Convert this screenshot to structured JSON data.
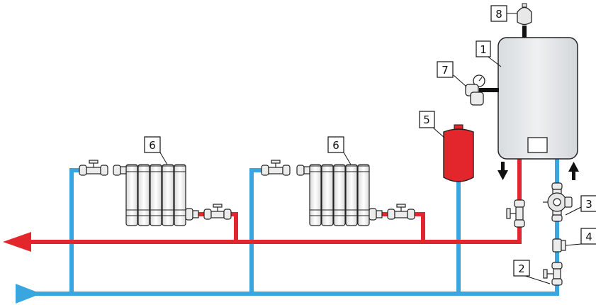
{
  "colors": {
    "supply": "#e3262b",
    "return": "#3aa6df",
    "boiler_body": "#e3e6e8",
    "radiator_body": "#f1f1f1",
    "outline": "#222222",
    "tank": "#e3262b"
  },
  "labels": {
    "boiler": "1",
    "drain_valve": "2",
    "pump": "3",
    "filter": "4",
    "expansion_tank": "5",
    "radiator_left": "6",
    "radiator_right": "6",
    "safety_group": "7",
    "air_vent": "8"
  },
  "icons": {
    "flow_down": "arrow-down-icon",
    "flow_up": "arrow-up-icon",
    "supply_out": "arrow-left-icon",
    "return_in": "arrow-right-icon"
  }
}
